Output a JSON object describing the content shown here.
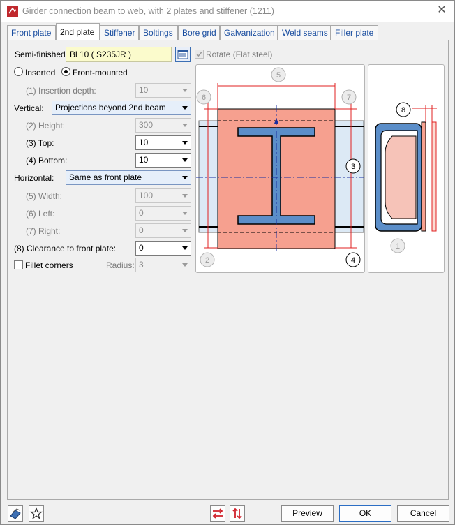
{
  "window": {
    "title": "Girder connection beam to web, with 2 plates and stiffener (1211)"
  },
  "tabs": [
    {
      "label": "Front plate"
    },
    {
      "label": "2nd plate"
    },
    {
      "label": "Stiffener"
    },
    {
      "label": "Boltings"
    },
    {
      "label": "Bore grid"
    },
    {
      "label": "Galvanization"
    },
    {
      "label": "Weld seams"
    },
    {
      "label": "Filler plate"
    }
  ],
  "form": {
    "semi_finished_label": "Semi-finished",
    "semi_finished_value": "Bl 10  ( S235JR )",
    "rotate_label": "Rotate (Flat steel)",
    "inserted_label": "Inserted",
    "front_mounted_label": "Front-mounted",
    "insertion_depth_label": "(1) Insertion depth:",
    "insertion_depth_value": "10",
    "vertical_label": "Vertical:",
    "vertical_value": "Projections beyond 2nd beam",
    "height_label": "(2) Height:",
    "height_value": "300",
    "top_label": "(3) Top:",
    "top_value": "10",
    "bottom_label": "(4) Bottom:",
    "bottom_value": "10",
    "horizontal_label": "Horizontal:",
    "horizontal_value": "Same as front plate",
    "width_label": "(5) Width:",
    "width_value": "100",
    "left_label": "(6) Left:",
    "left_value": "0",
    "right_label": "(7) Right:",
    "right_value": "0",
    "clearance_label": "(8) Clearance to front plate:",
    "clearance_value": "0",
    "fillet_label": "Fillet corners",
    "radius_label": "Radius:",
    "radius_value": "3"
  },
  "diagram": {
    "markers": [
      "5",
      "6",
      "7",
      "3",
      "2",
      "4",
      "8",
      "1"
    ]
  },
  "buttons": {
    "preview": "Preview",
    "ok": "OK",
    "cancel": "Cancel"
  },
  "colors": {
    "plate": "#f6a08f",
    "beam": "#5b8ec9",
    "accent": "#2c6ec4"
  }
}
